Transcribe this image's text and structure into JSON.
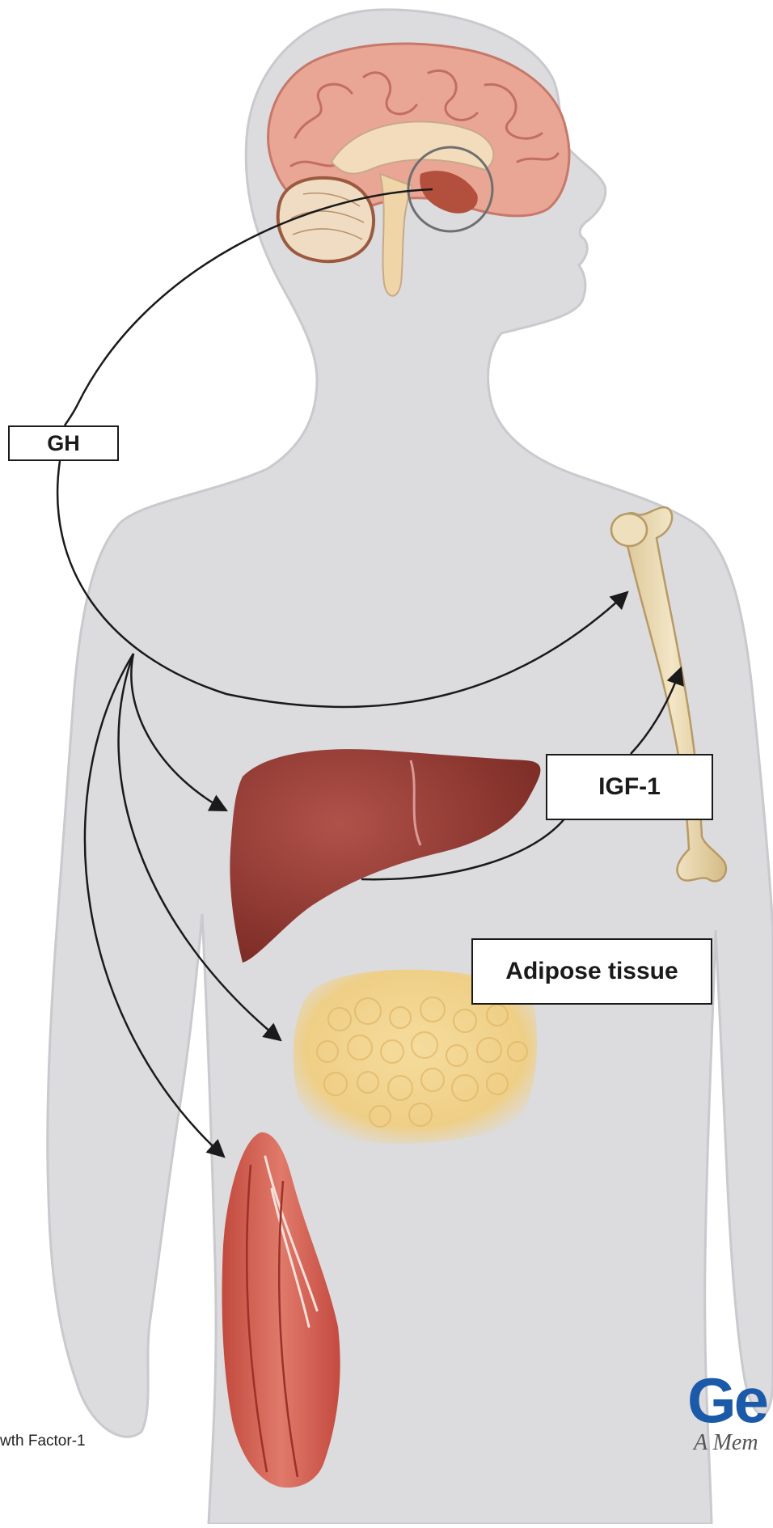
{
  "labels": {
    "gh": "GH",
    "igf1": "IGF-1",
    "adipose": "Adipose tissue"
  },
  "footer": {
    "caption_fragment": "wth Factor-1",
    "logo_fragment": "Ge",
    "tagline_fragment": "A Mem"
  },
  "icons": [
    "body-silhouette",
    "brain",
    "pituitary-highlight",
    "bone",
    "liver",
    "adipose-tissue",
    "muscle"
  ],
  "colors": {
    "body": "#dcdcdf",
    "brain": "#e9a592",
    "liver": "#8e342c",
    "bone": "#ecdcb4",
    "fat": "#f1d592",
    "muscle": "#d86b5c",
    "logo": "#1a5aa8",
    "arrow": "#1a1a1a"
  }
}
